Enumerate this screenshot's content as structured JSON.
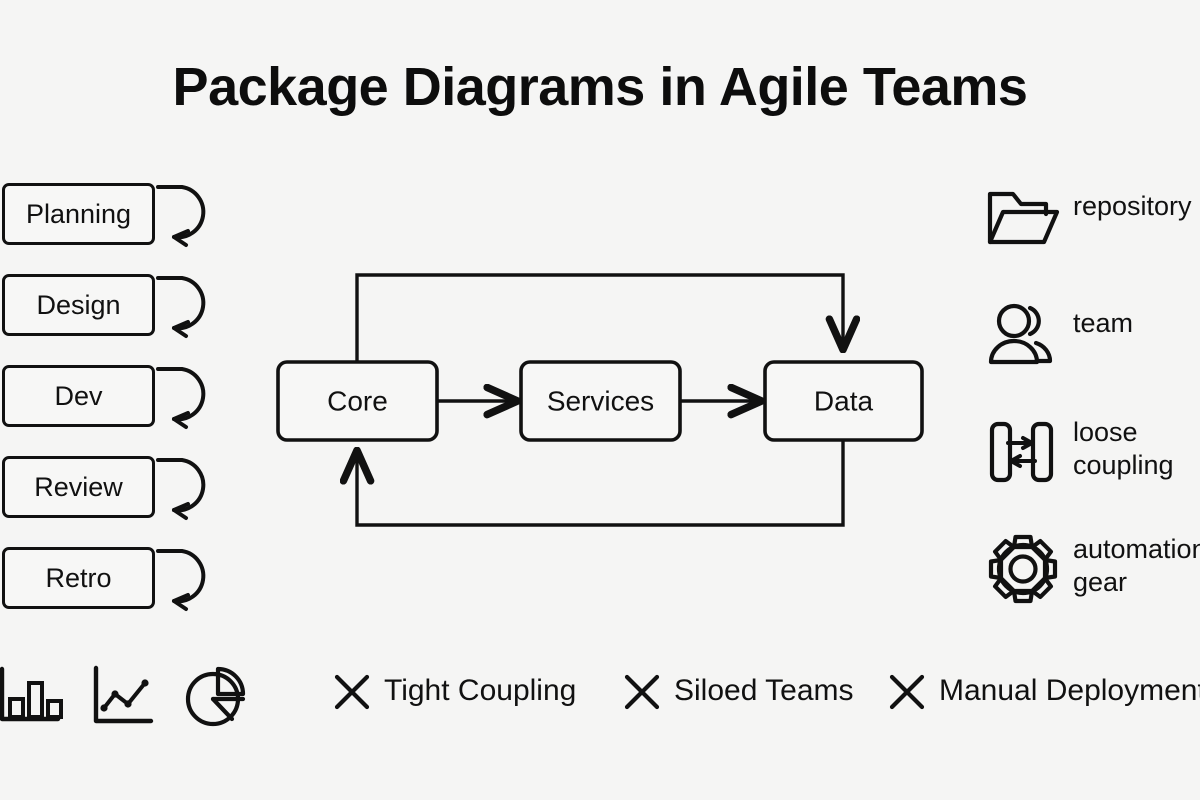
{
  "page": {
    "title": "Package Diagrams in Agile Teams",
    "background_color": "#f5f5f4",
    "ink_color": "#111111"
  },
  "stages": {
    "items": [
      {
        "label": "Planning",
        "icon": "self-loop-arrow-icon"
      },
      {
        "label": "Design",
        "icon": "self-loop-arrow-icon"
      },
      {
        "label": "Dev",
        "icon": "self-loop-arrow-icon"
      },
      {
        "label": "Review",
        "icon": "self-loop-arrow-icon"
      },
      {
        "label": "Retro",
        "icon": "self-loop-arrow-icon"
      }
    ]
  },
  "diagram": {
    "packages": [
      {
        "id": "core",
        "label": "Core"
      },
      {
        "id": "services",
        "label": "Services"
      },
      {
        "id": "data",
        "label": "Data"
      }
    ],
    "edges": [
      {
        "from": "core",
        "to": "services",
        "style": "arrow-right"
      },
      {
        "from": "services",
        "to": "data",
        "style": "arrow-right"
      },
      {
        "from": "core",
        "to": "data",
        "style": "routed-over-top"
      },
      {
        "from": "data",
        "to": "core",
        "style": "routed-under-bottom"
      }
    ]
  },
  "legend": {
    "items": [
      {
        "icon": "folder-icon",
        "label": "repository"
      },
      {
        "icon": "team-people-icon",
        "label": "team"
      },
      {
        "icon": "loose-coupling-icon",
        "label": "loose\ncoupling"
      },
      {
        "icon": "gear-icon",
        "label": "automation\ngear"
      }
    ]
  },
  "bottom": {
    "chart_icons": [
      {
        "icon": "bar-chart-icon"
      },
      {
        "icon": "line-chart-icon"
      },
      {
        "icon": "pie-chart-icon"
      }
    ],
    "antipatterns": [
      {
        "icon": "x-mark-icon",
        "label": "Tight Coupling"
      },
      {
        "icon": "x-mark-icon",
        "label": "Siloed Teams"
      },
      {
        "icon": "x-mark-icon",
        "label": "Manual Deployment"
      }
    ]
  }
}
